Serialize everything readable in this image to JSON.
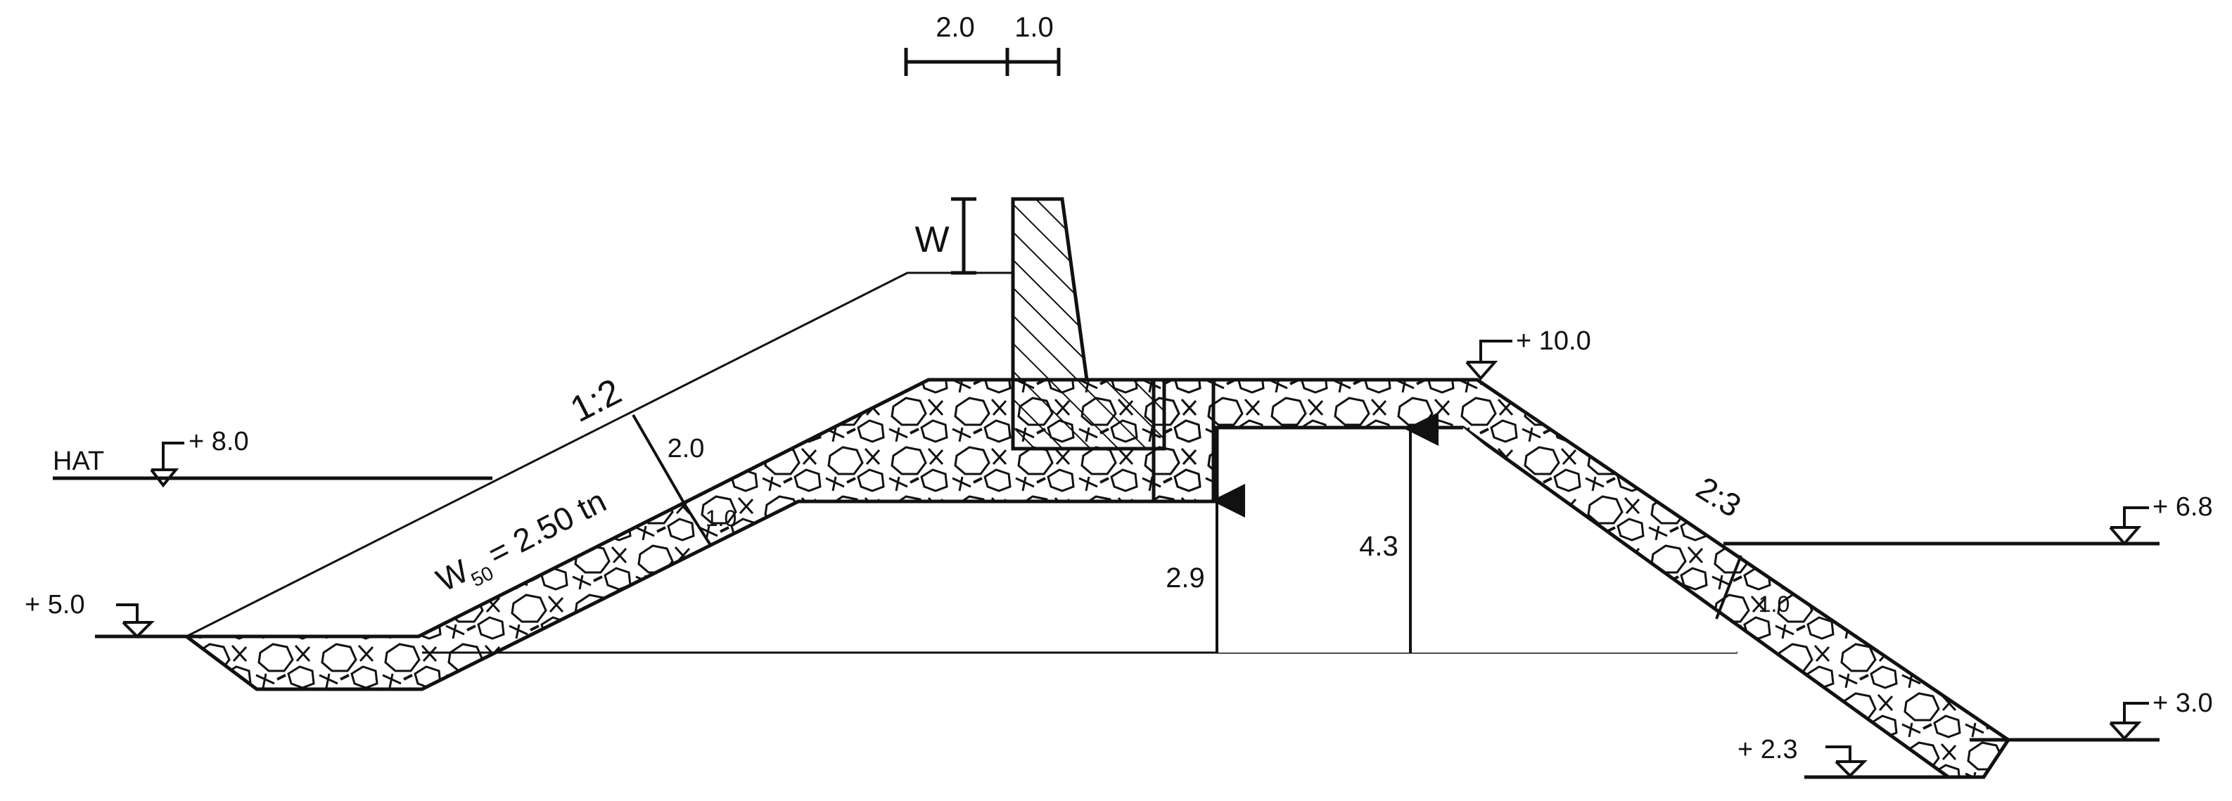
{
  "scale_bar": {
    "left_value": "2.0",
    "right_value": "1.0"
  },
  "crown_wall_height_label": "W",
  "armour_slope_ratio": "1:2",
  "armour_thickness": "2.0",
  "armour_thickness_ratio": "1.0",
  "armour_weight": {
    "prefix": "W",
    "subscript": "50",
    "value": "= 2.50 tn"
  },
  "hat_label": "HAT",
  "levels": {
    "hat": "+ 8.0",
    "seaward_toe": "+ 5.0",
    "crest": "+ 10.0",
    "lee_water": "+ 6.8",
    "lee_bottom": "+ 3.0",
    "lee_toe": "+ 2.3"
  },
  "core_heights": {
    "left": "2.9",
    "right": "4.3"
  },
  "lee_slope_ratio": "2:3",
  "lee_thickness_ratio": "1.0",
  "colors": {
    "line": "#111111",
    "fill": "#ffffff"
  },
  "icons": [
    "water-level-triangle-icon"
  ]
}
